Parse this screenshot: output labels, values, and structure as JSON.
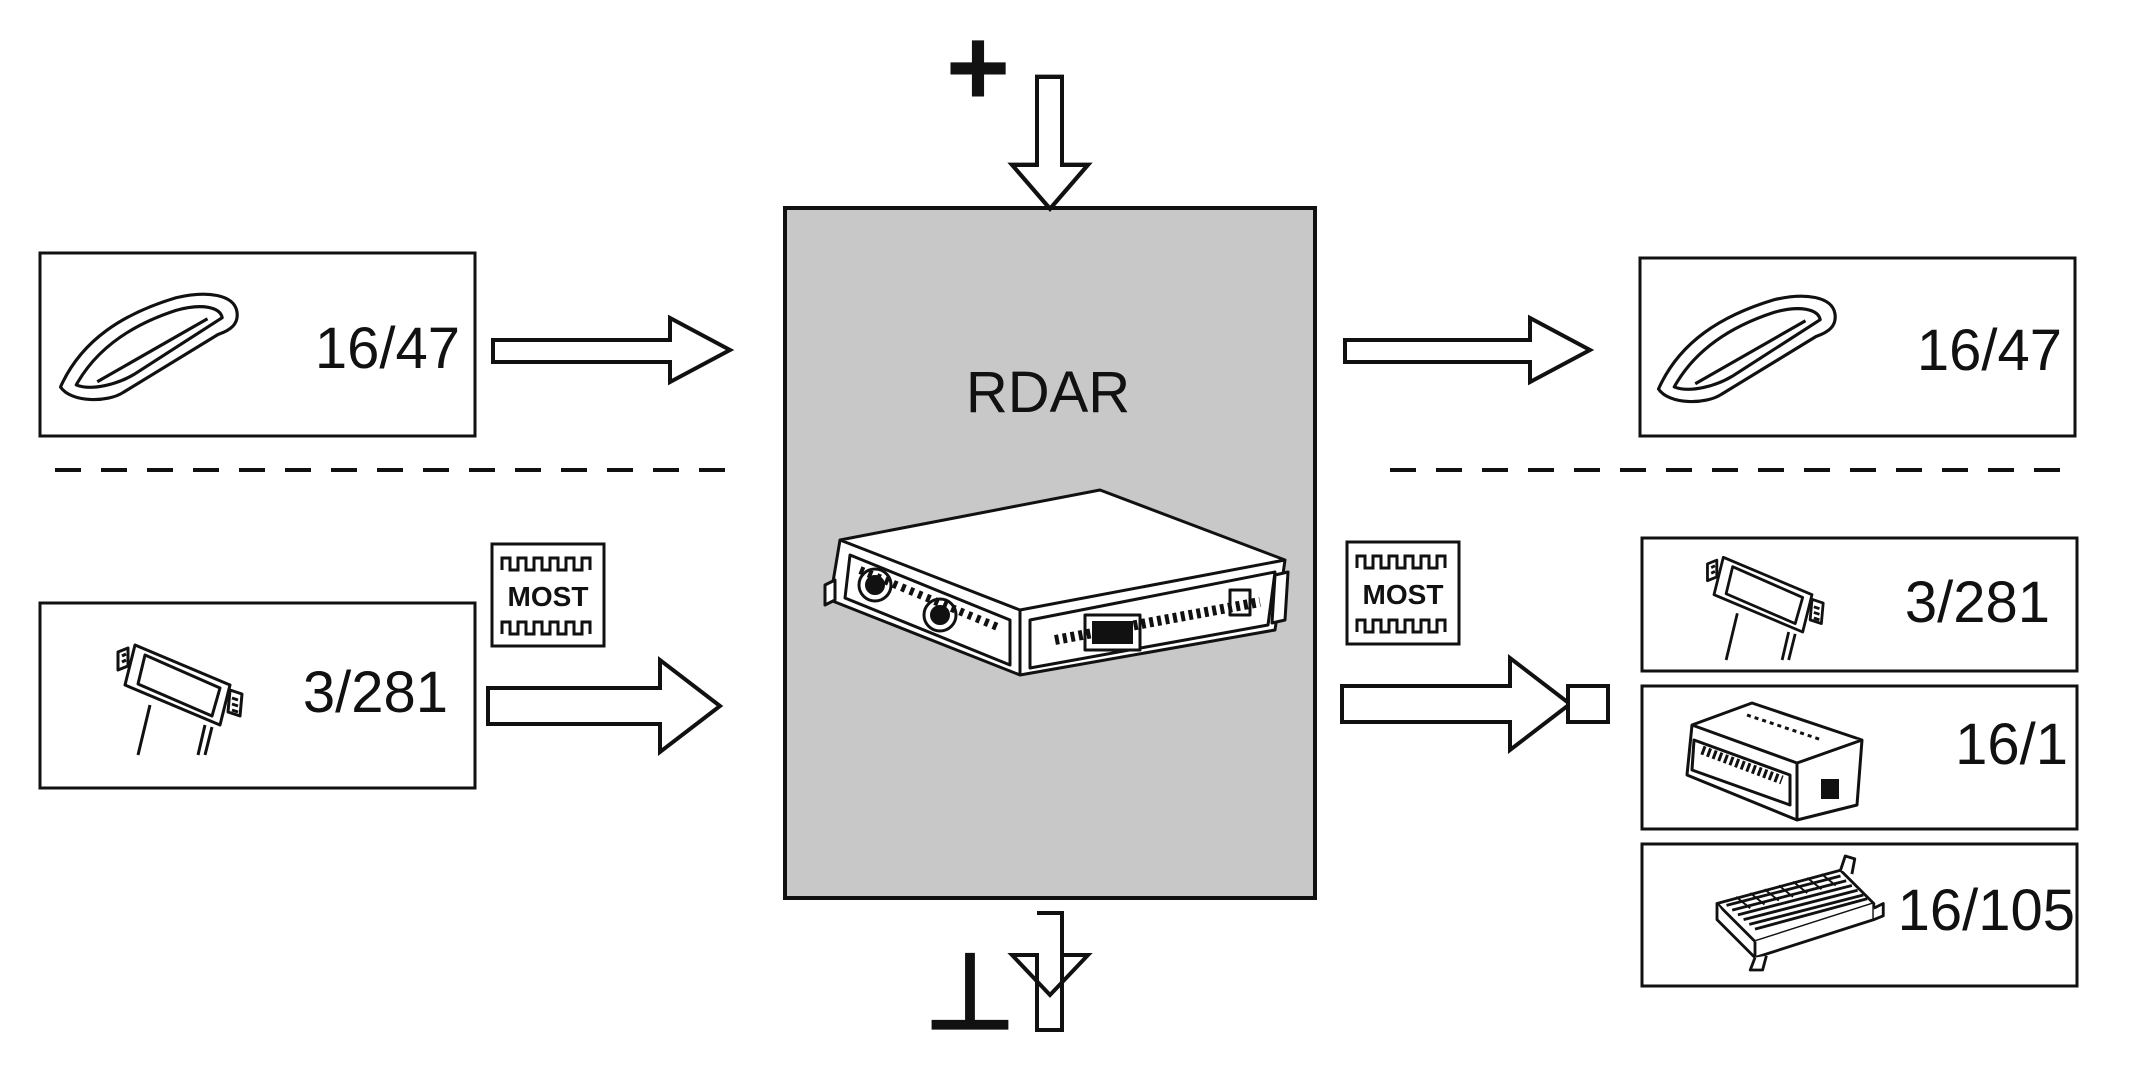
{
  "colors": {
    "module_fill": "#c8c8c8",
    "stroke": "#111111",
    "background": "#ffffff"
  },
  "center_module": {
    "label": "RDAR",
    "power_symbol": "+",
    "ground_symbol": "⊥"
  },
  "left": {
    "top_component": {
      "label": "16/47",
      "icon": "shark-fin-antenna-icon"
    },
    "bottom_component": {
      "label": "3/281",
      "icon": "display-unit-icon"
    },
    "bus_badge": {
      "label": "MOST",
      "icon": "wave-signal-icon"
    }
  },
  "right": {
    "top_component": {
      "label": "16/47",
      "icon": "shark-fin-antenna-icon"
    },
    "bus_badge": {
      "label": "MOST",
      "icon": "wave-signal-icon"
    },
    "components": [
      {
        "label": "3/281",
        "icon": "display-unit-icon"
      },
      {
        "label": "16/1",
        "icon": "radio-unit-icon"
      },
      {
        "label": "16/105",
        "icon": "amplifier-icon"
      }
    ]
  }
}
